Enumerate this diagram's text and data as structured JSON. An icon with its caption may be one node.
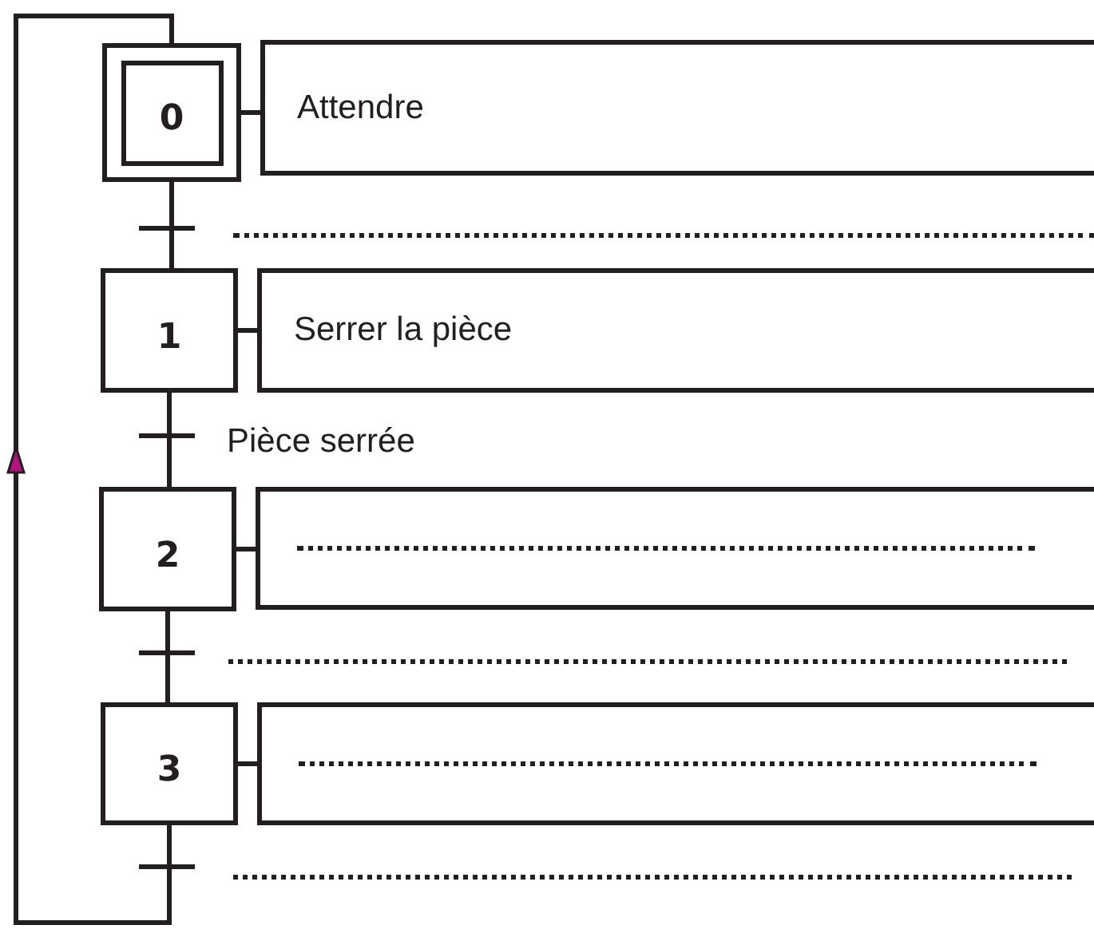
{
  "diagram": {
    "nodes": [
      {
        "text": [
          "0"
        ]
      },
      {
        "text": [
          "Attendre"
        ]
      },
      {
        "text": [
          "1"
        ]
      },
      {
        "text": [
          "Serrer la pièce"
        ]
      },
      {
        "text": [
          "2"
        ]
      },
      {
        "text": [],
        "shape": "box"
      },
      {
        "text": [
          "3"
        ]
      },
      {
        "text": [],
        "shape": "box"
      }
    ],
    "edges": [
      {
        "from": 0,
        "to": 1,
        "arrow": "none"
      },
      {
        "from": 0,
        "to": 2,
        "arrow": "none"
      },
      {
        "from": 2,
        "to": 3,
        "arrow": "none"
      },
      {
        "from": 2,
        "to": 4,
        "arrow": "none",
        "label": "Pièce serrée"
      },
      {
        "from": 4,
        "to": 5,
        "arrow": "none"
      },
      {
        "from": 4,
        "to": 6,
        "arrow": "none"
      },
      {
        "from": 6,
        "to": 7,
        "arrow": "none"
      },
      {
        "from": 6,
        "to": 0,
        "arrow": "to"
      }
    ]
  }
}
